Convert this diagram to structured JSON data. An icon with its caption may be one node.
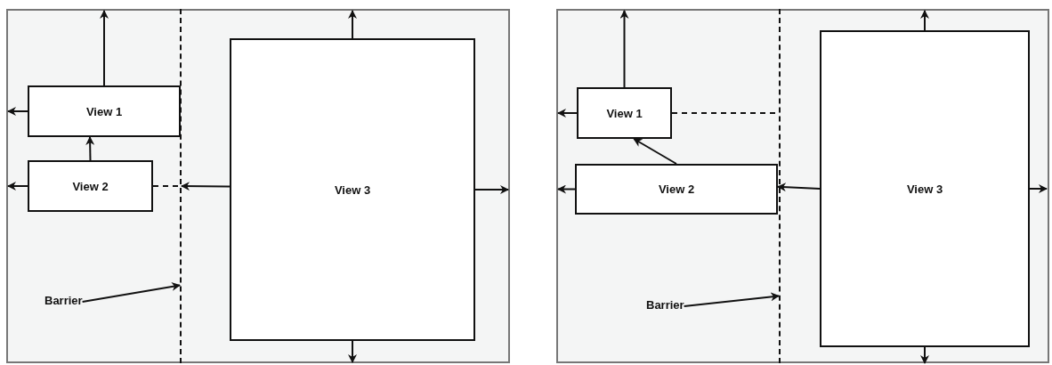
{
  "diagram": {
    "nodes": [
      {
        "text": [],
        "shape": "box"
      },
      {
        "text": [
          "View 1"
        ],
        "in": 0
      },
      {
        "text": [
          "View 2"
        ],
        "in": 0
      },
      {
        "text": [
          "View 3"
        ],
        "in": 0
      },
      {
        "text": [],
        "shape": "line",
        "in": 0
      },
      {
        "text": [
          "Barrier"
        ],
        "in": 0
      },
      {
        "text": [],
        "shape": "box"
      },
      {
        "text": [
          "View 1"
        ],
        "in": 6
      },
      {
        "text": [
          "View 2"
        ],
        "in": 6
      },
      {
        "text": [
          "View 3"
        ],
        "in": 6
      },
      {
        "text": [],
        "shape": "line",
        "in": 6
      },
      {
        "text": [
          "Barrier"
        ],
        "in": 6
      }
    ],
    "edges": [
      {
        "from": 1,
        "to": null,
        "arrow": "to"
      },
      {
        "from": 1,
        "to": null,
        "arrow": "to"
      },
      {
        "from": 2,
        "to": 1,
        "arrow": "to"
      },
      {
        "from": 2,
        "to": null,
        "arrow": "to"
      },
      {
        "from": 2,
        "to": 4,
        "arrow": "none",
        "style": "dashed"
      },
      {
        "from": 3,
        "to": 4,
        "arrow": "to"
      },
      {
        "from": 3,
        "to": null,
        "arrow": "to"
      },
      {
        "from": 3,
        "to": null,
        "arrow": "to"
      },
      {
        "from": 3,
        "to": null,
        "arrow": "to"
      },
      {
        "from": 5,
        "to": 4,
        "arrow": "to"
      },
      {
        "from": 7,
        "to": null,
        "arrow": "to"
      },
      {
        "from": 7,
        "to": null,
        "arrow": "to"
      },
      {
        "from": 8,
        "to": 7,
        "arrow": "to"
      },
      {
        "from": 8,
        "to": null,
        "arrow": "to"
      },
      {
        "from": 7,
        "to": 10,
        "arrow": "none",
        "style": "dashed"
      },
      {
        "from": 9,
        "to": 8,
        "arrow": "to"
      },
      {
        "from": 9,
        "to": null,
        "arrow": "to"
      },
      {
        "from": 9,
        "to": null,
        "arrow": "to"
      },
      {
        "from": 9,
        "to": null,
        "arrow": "to"
      },
      {
        "from": 11,
        "to": 10,
        "arrow": "to"
      }
    ]
  }
}
